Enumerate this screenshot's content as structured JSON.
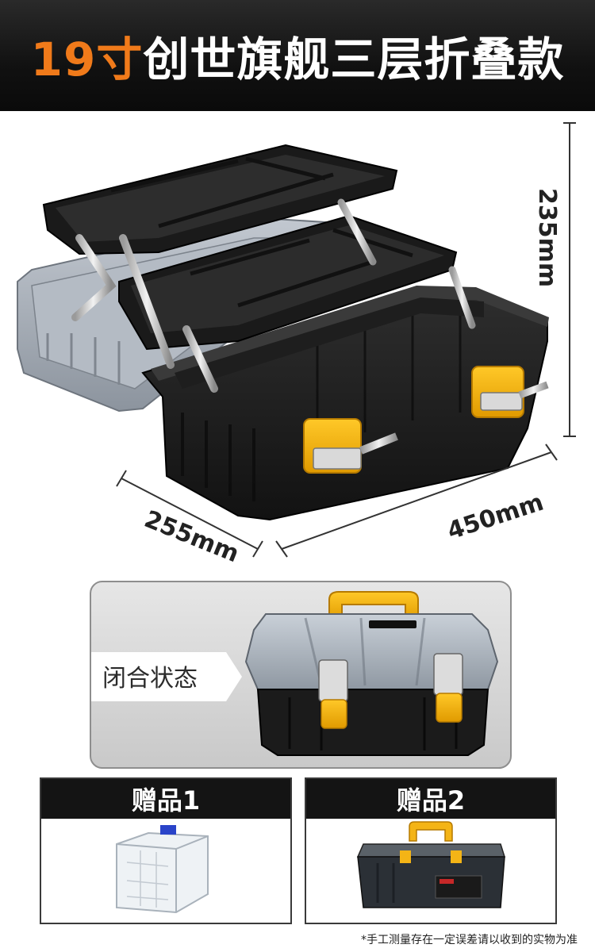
{
  "header": {
    "size_label": "19寸",
    "title_rest": "创世旗舰三层折叠款"
  },
  "dimensions": {
    "height": "235mm",
    "length": "450mm",
    "depth": "255mm"
  },
  "closed_state": {
    "label": "闭合状态"
  },
  "gifts": [
    {
      "title": "赠品1"
    },
    {
      "title": "赠品2"
    }
  ],
  "footnote": "*手工测量存在一定误差请以收到的实物为准",
  "colors": {
    "accent": "#f07a1a",
    "latch_yellow": "#f4b416",
    "box_black": "#1b1b1b",
    "tray_gray": "#a9b1bc"
  }
}
